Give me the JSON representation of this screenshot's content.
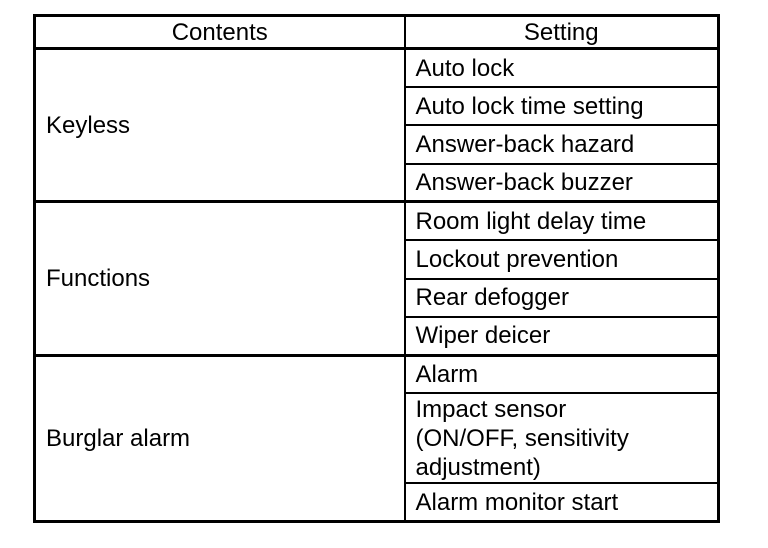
{
  "table": {
    "headers": [
      "Contents",
      "Setting"
    ],
    "groups": [
      {
        "content": "Keyless",
        "settings": [
          "Auto lock",
          "Auto lock time setting",
          "Answer-back hazard",
          "Answer-back buzzer"
        ]
      },
      {
        "content": "Functions",
        "settings": [
          "Room light delay time",
          "Lockout prevention",
          "Rear defogger",
          "Wiper deicer"
        ]
      },
      {
        "content": "Burglar alarm",
        "settings": [
          "Alarm",
          "Impact sensor\n(ON/OFF, sensitivity\nadjustment)",
          "Alarm monitor start"
        ]
      }
    ]
  },
  "colors": {
    "border": "#000000",
    "text": "#000000",
    "background": "#ffffff"
  }
}
